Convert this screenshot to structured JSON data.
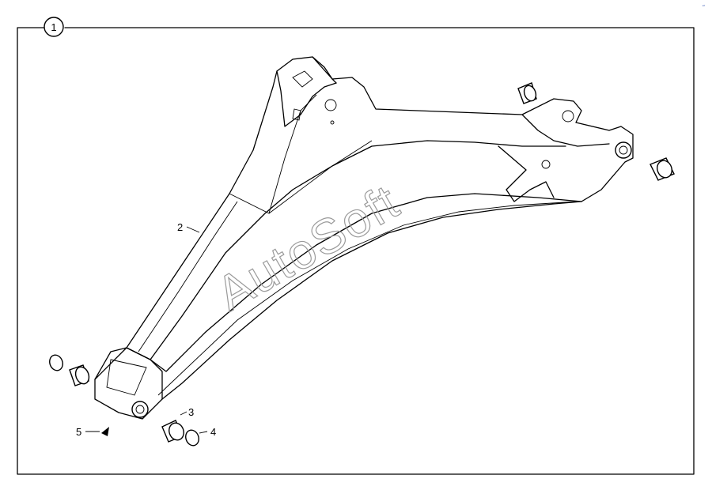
{
  "diagram": {
    "group_number": "1",
    "watermark": "AutoSoft",
    "callouts": [
      "2",
      "3",
      "4",
      "5"
    ],
    "corner_mark": "˶"
  }
}
